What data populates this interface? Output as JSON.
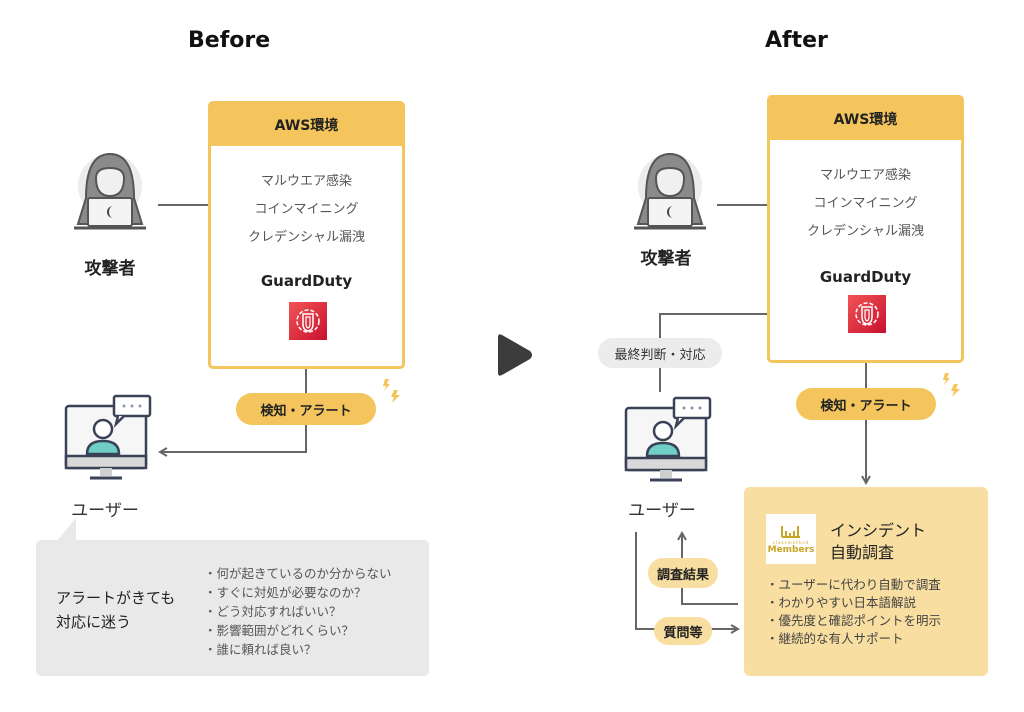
{
  "before": {
    "heading": "Before",
    "attacker_label": "攻撃者",
    "aws_box": {
      "title": "AWS環境",
      "threats": [
        "マルウエア感染",
        "コインマイニング",
        "クレデンシャル漏洩"
      ],
      "service_label": "GuardDuty"
    },
    "alert_pill": "検知・アラート",
    "user_label": "ユーザー",
    "bubble": {
      "title_lines": [
        "アラートがきても",
        "対応に迷う"
      ],
      "bullets": [
        "・何が起きているのか分からない",
        "・すぐに対処が必要なのか？",
        "・どう対応すればいい？",
        "・影響範囲がどれくらい？",
        "・誰に頼れば良い？"
      ]
    }
  },
  "transition_icon": "play-triangle-icon",
  "after": {
    "heading": "After",
    "attacker_label": "攻撃者",
    "aws_box": {
      "title": "AWS環境",
      "threats": [
        "マルウエア感染",
        "コインマイニング",
        "クレデンシャル漏洩"
      ],
      "service_label": "GuardDuty"
    },
    "alert_pill": "検知・アラート",
    "decision_pill": "最終判断・対応",
    "user_label": "ユーザー",
    "result_pill": "調査結果",
    "question_pill": "質問等",
    "incident_box": {
      "logo_small_text": "classmethod",
      "logo_text": "Members",
      "title_lines": [
        "インシデント",
        "自動調査"
      ],
      "bullets": [
        "・ユーザーに代わり自動で調査",
        "・わかりやすい日本語解説",
        "・優先度と確認ポイントを明示",
        "・継続的な有人サポート"
      ]
    }
  },
  "colors": {
    "accent_yellow": "#f4c55c",
    "light_yellow": "#f8dea0",
    "guardduty_red": "#d6202f",
    "line_gray": "#666666",
    "bubble_gray": "#e9e9e9",
    "user_teal": "#6fcfc6",
    "icon_navy": "#3a4257"
  }
}
